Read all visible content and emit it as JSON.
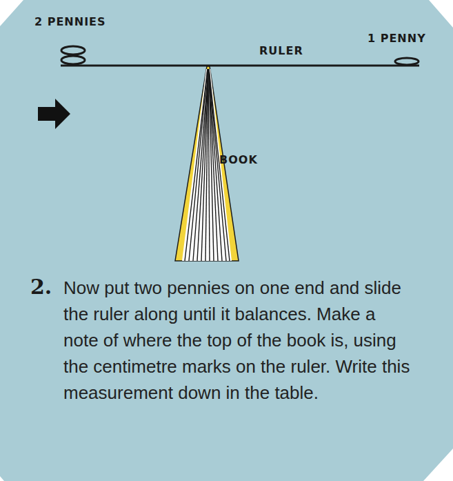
{
  "diagram": {
    "labels": [
      "2 PENNIES",
      "RULER",
      "1 PENNY",
      "BOOK",
      "2.",
      "Now put two pennies on one end and slide the ruler along until it balances. Make a note of where the top of the book is, using the centimetre marks on the ruler. Write this measurement down in the table."
    ]
  }
}
